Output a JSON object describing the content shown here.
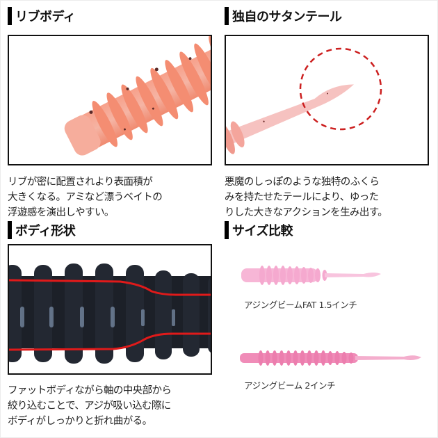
{
  "sections": [
    {
      "title": "リブボディ",
      "caption_lines": [
        "リブが密に配置されより表面積が",
        "大きくなる。アミなど漂うベイトの",
        "浮遊感を演出しやすい。"
      ],
      "image": "pink-worm-ribbed-body-closeup"
    },
    {
      "title": "独自のサタンテール",
      "caption_lines": [
        "悪魔のしっぽのような独特のふくら",
        "みを持たせたテールにより、ゆった",
        "りした大きなアクションを生み出す。"
      ],
      "image": "pink-worm-tail-with-red-dashed-circle"
    },
    {
      "title": "ボディ形状",
      "caption_lines": [
        "ファットボディながら軸の中央部から",
        "絞り込むことで、アジが吸い込む際に",
        "ボディがしっかりと折れ曲がる。"
      ],
      "image": "black-worm-body-with-red-outline"
    },
    {
      "title": "サイズ比較",
      "items": [
        {
          "label": "アジングビームFAT 1.5インチ",
          "image": "light-pink-fat-worm"
        },
        {
          "label": "アジングビーム 2インチ",
          "image": "pink-worm-2inch"
        }
      ]
    }
  ],
  "colors": {
    "heading_bar": "#000000",
    "photo_border": "#111111",
    "accent_red": "#cc1f1f",
    "worm_salmon": "#f4967c",
    "worm_pink": "#f5a9c8",
    "worm_black": "#1c2028"
  }
}
